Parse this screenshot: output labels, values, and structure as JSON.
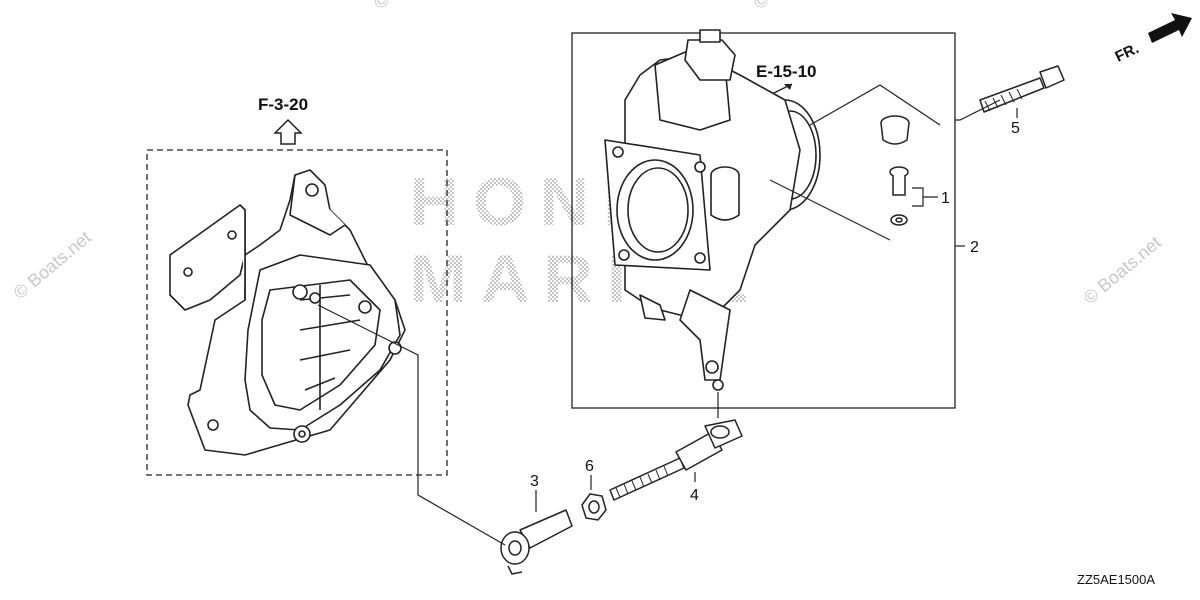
{
  "references": {
    "engine_mount": "F-3-20",
    "intake": "E-15-10"
  },
  "front_marker": "FR.",
  "callouts": {
    "c1": "1",
    "c2": "2",
    "c3": "3",
    "c4": "4",
    "c5": "5",
    "c6": "6"
  },
  "diagram_code": "ZZ5AE1500A",
  "watermark": "© Boats.net",
  "brand_line1": "HONDA",
  "brand_line2": "MARINE"
}
